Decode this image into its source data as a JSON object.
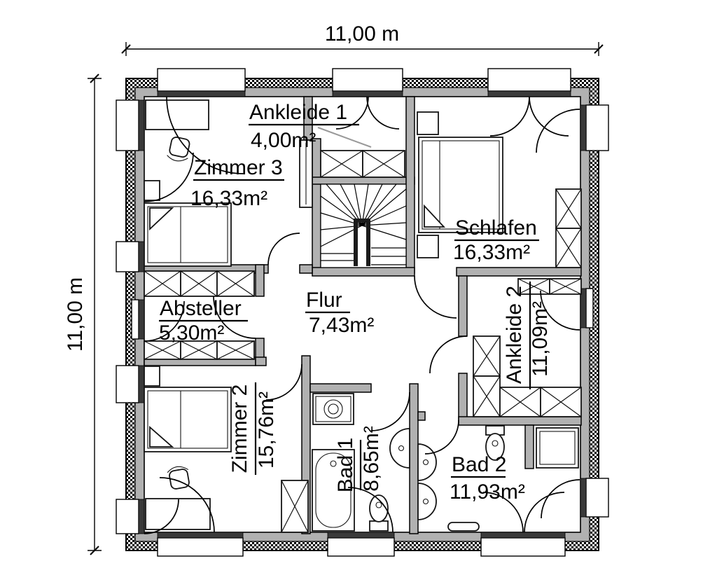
{
  "page": {
    "background": "#ffffff",
    "type": "floor-plan"
  },
  "dimensions": {
    "top_label": "11,00 m",
    "left_label": "11,00 m"
  },
  "rooms": [
    {
      "name": "Ankleide 1",
      "area": "4,00m²"
    },
    {
      "name": "Zimmer 3",
      "area": "16,33m²"
    },
    {
      "name": "Schlafen",
      "area": "16,33m²"
    },
    {
      "name": "Absteller",
      "area": "5,30m²"
    },
    {
      "name": "Flur",
      "area": "7,43m²"
    },
    {
      "name": "Ankleide 2",
      "area": "11,09m²"
    },
    {
      "name": "Zimmer 2",
      "area": "15,76m²"
    },
    {
      "name": "Bad 1",
      "area": "8,65m²"
    },
    {
      "name": "Bad 2",
      "area": "11,93m²"
    }
  ],
  "colors": {
    "wall_fill": "#b1b1b1",
    "outline": "#000000",
    "glazing_bar": "#3a3a3a",
    "leader_line": "#999999",
    "text": "#000000",
    "background": "#ffffff"
  },
  "furniture_icons": [
    "bed",
    "nightstand",
    "wardrobe",
    "stairs",
    "desk",
    "chair",
    "bathtub",
    "toilet",
    "sink",
    "washing-machine",
    "shower",
    "radiator",
    "door-swing",
    "window",
    "tall-cabinet"
  ]
}
